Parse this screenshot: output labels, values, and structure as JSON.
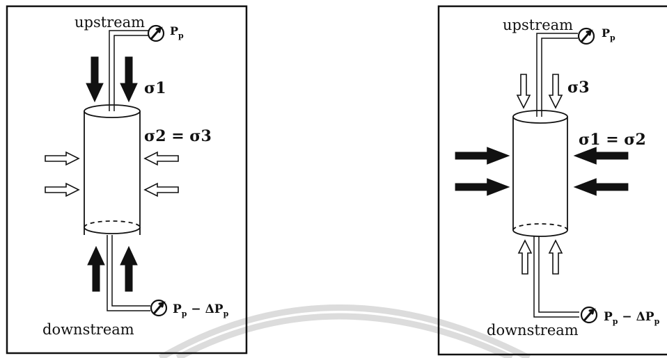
{
  "panels": [
    {
      "upstream_label": "upstream",
      "downstream_label": "downstream",
      "gauge_top_label": "P",
      "gauge_top_sub": "p",
      "gauge_bottom_label": "P",
      "gauge_bottom_sub": "p",
      "gauge_bottom_suffix": " − ΔP",
      "gauge_bottom_suffix_sub": "p",
      "axial_stress_label": "σ1",
      "lateral_stress_label": "σ2 = σ3",
      "axial_arrow_style": "filled",
      "lateral_arrow_style": "hollow"
    },
    {
      "upstream_label": "upstream",
      "downstream_label": "downstream",
      "gauge_top_label": "P",
      "gauge_top_sub": "p",
      "gauge_bottom_label": "P",
      "gauge_bottom_sub": "p",
      "gauge_bottom_suffix": " − ΔP",
      "gauge_bottom_suffix_sub": "p",
      "axial_stress_label": "σ3",
      "lateral_stress_label": "σ1 = σ2",
      "axial_arrow_style": "hollow",
      "lateral_arrow_style": "filled"
    }
  ],
  "colors": {
    "ink": "#111111",
    "watermark": "#d9d9d9"
  }
}
